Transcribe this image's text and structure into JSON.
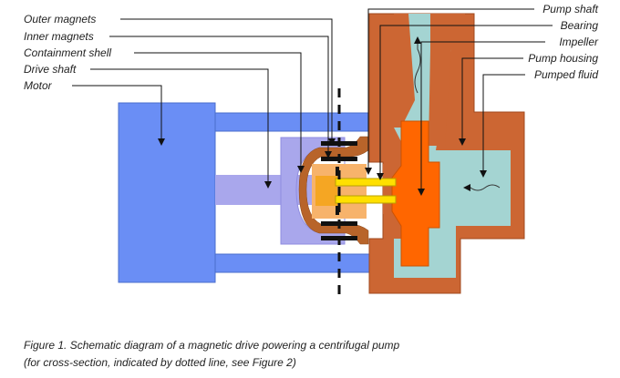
{
  "labels_left": {
    "outer_magnets": "Outer magnets",
    "inner_magnets": "Inner magnets",
    "containment_shell": "Containment shell",
    "drive_shaft": "Drive shaft",
    "motor": "Motor"
  },
  "labels_right": {
    "pump_shaft": "Pump shaft",
    "bearing": "Bearing",
    "impeller": "Impeller",
    "pump_housing": "Pump housing",
    "pumped_fluid": "Pumped fluid"
  },
  "caption": {
    "line1": "Figure 1. Schematic diagram of a magnetic drive powering a centrifugal pump",
    "line2": "(for cross-section, indicated by dotted line, see Figure 2)"
  },
  "colors": {
    "motor": "#6a8ef5",
    "motor_stroke": "#4a6dcc",
    "drive_bracket": "#a9a7ec",
    "outer_hub": "#f7b36b",
    "inner_hub": "#f5a623",
    "pump_housing": "#cc6633",
    "housing_stroke": "#a04a1f",
    "pumped_fluid": "#a4d4d2",
    "impeller": "#ff6600",
    "pump_shaft": "#ffe000",
    "magnets": "#111111",
    "containment_shell": "#b8642a"
  }
}
